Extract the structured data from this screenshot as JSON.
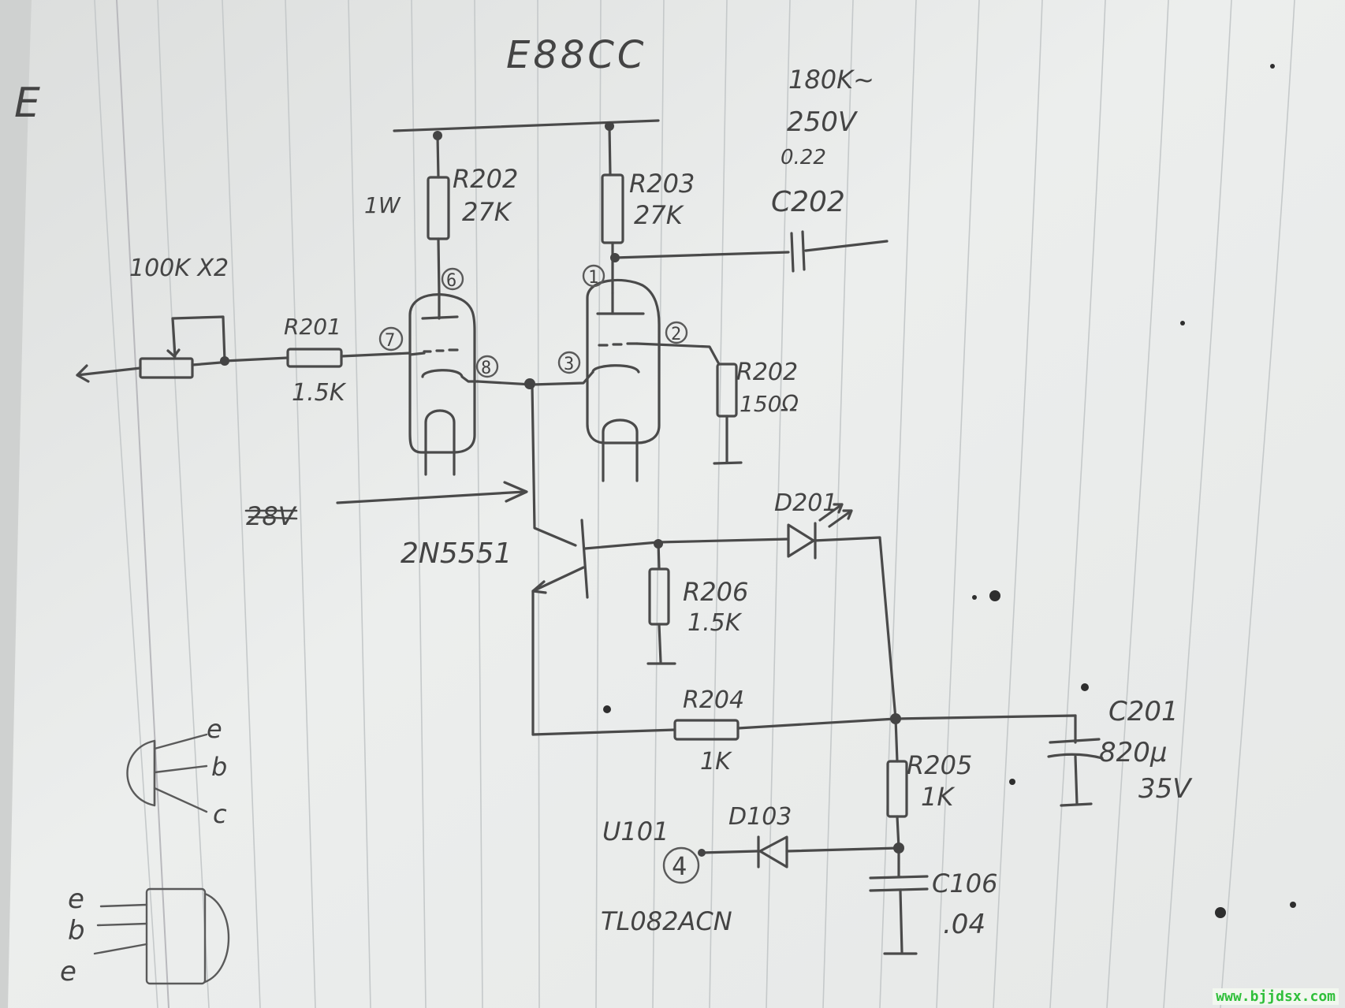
{
  "tube": "E88CC",
  "left_margin_mark": "E",
  "potentiometer": {
    "label": "100K X2"
  },
  "r201": {
    "name": "R201",
    "value": "1.5K"
  },
  "r202_plate": {
    "name": "R202",
    "value": "27K",
    "power": "1W"
  },
  "r203": {
    "name": "R203",
    "value": "27K"
  },
  "c202": {
    "name": "C202",
    "lines": [
      "180K~",
      "250V",
      "0.22"
    ]
  },
  "r202_cathode": {
    "name": "R202",
    "value": "150Ω"
  },
  "pins": [
    "6",
    "7",
    "8",
    "1",
    "2",
    "3"
  ],
  "voltage_note": "28V",
  "transistor": {
    "part": "2N5551"
  },
  "d201": {
    "name": "D201"
  },
  "r206": {
    "name": "R206",
    "value": "1.5K"
  },
  "r204": {
    "name": "R204",
    "value": "1K"
  },
  "c201": {
    "name": "C201",
    "value": "820μ",
    "voltage": "35V"
  },
  "r205": {
    "name": "R205",
    "value": "1K"
  },
  "d103": {
    "name": "D103"
  },
  "u101": {
    "name": "U101",
    "pin": "4",
    "part": "TL082ACN"
  },
  "c106": {
    "name": "C106",
    "value": ".04"
  },
  "pinout_top": [
    "e",
    "b",
    "c"
  ],
  "pinout_bottom": [
    "e",
    "b",
    "e"
  ],
  "watermark": "www.bjjdsx.com",
  "colors": {
    "paper": "#eceeed",
    "pencil": "#4a4a4a",
    "rule_line": "#c5c9ca",
    "margin_line": "#b9b9bd",
    "watermark": "#2fbf3a"
  }
}
